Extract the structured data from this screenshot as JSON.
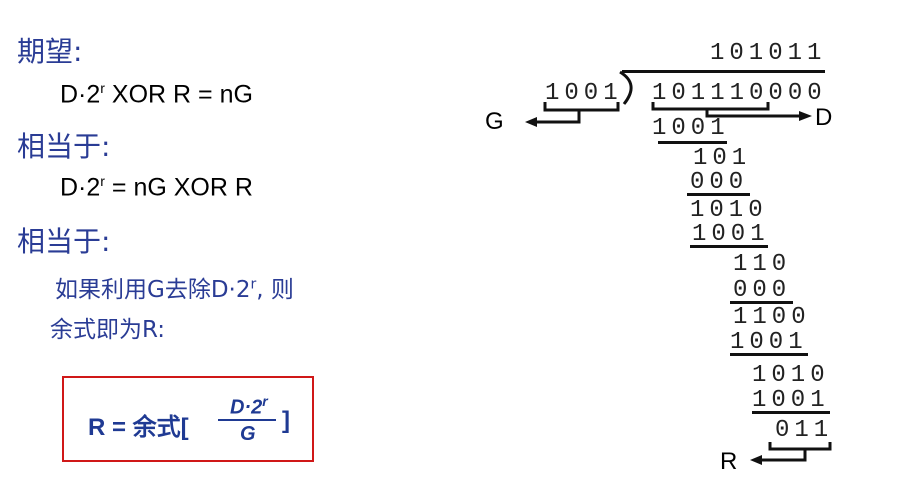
{
  "left": {
    "h1": "期望:",
    "eq1_a": "D·2",
    "eq1_sup": "r",
    "eq1_b": " XOR R = nG",
    "h2": "相当于:",
    "eq2_a": "D·2",
    "eq2_sup": "r",
    "eq2_b": " = nG XOR R",
    "h3": "相当于:",
    "desc1_a": "如果利用G去除D·2",
    "desc1_sup": "r",
    "desc1_b": ", 则",
    "desc2": "余式即为R:"
  },
  "formula": {
    "lhs": "R = 余式[",
    "num_a": "D·2",
    "num_sup": "r",
    "den": "G",
    "close": "]"
  },
  "division": {
    "quotient": "101011",
    "divisor": "1001",
    "dividend": "101110000",
    "rows": [
      "1001",
      "101",
      "000",
      "1010",
      "1001",
      "110",
      "000",
      "1100",
      "1001",
      "1010",
      "1001",
      "011"
    ],
    "label_g": "G",
    "label_d": "D",
    "label_r": "R"
  }
}
